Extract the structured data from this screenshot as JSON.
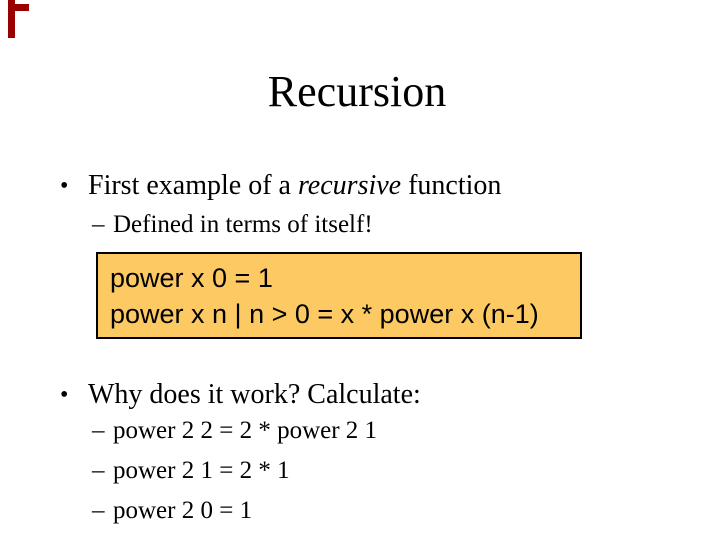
{
  "slide": {
    "title": "Recursion",
    "bullet1": {
      "marker": "•",
      "text_before": "First example of a ",
      "italic_word": "recursive",
      "text_after": " function"
    },
    "sub_bullet1": {
      "marker": "–",
      "text": "Defined in terms of itself!"
    },
    "code_box": {
      "line1": "power x 0 = 1",
      "line2": "power x n | n > 0 = x * power x (n-1)"
    },
    "bullet2": {
      "marker": "•",
      "text": "Why does it work? Calculate:"
    },
    "calc_lines": [
      {
        "marker": "–",
        "text": "power 2 2 = 2 * power 2 1"
      },
      {
        "marker": "–",
        "text": "power 2 1 = 2 * 1"
      },
      {
        "marker": "–",
        "text": "power 2 0 = 1"
      }
    ],
    "colors": {
      "code_box_background": "#FCC963",
      "code_box_border": "#000000",
      "edge_mark": "#990000",
      "text": "#000000",
      "background": "#FFFFFF"
    }
  }
}
